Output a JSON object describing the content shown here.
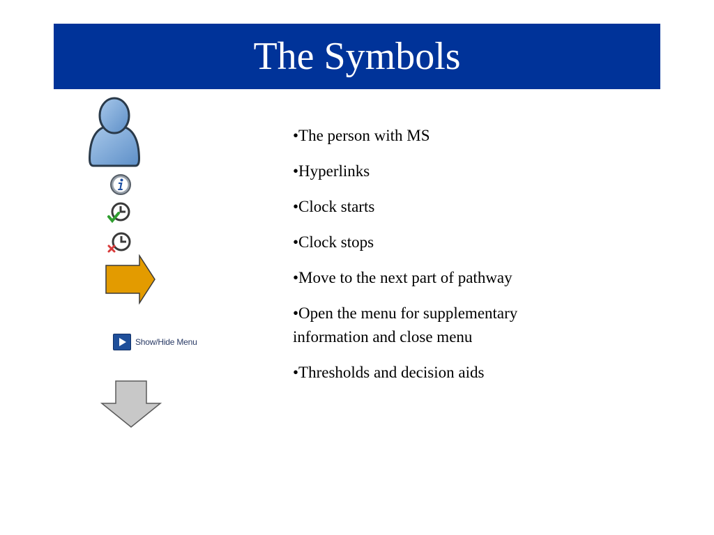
{
  "slide": {
    "title": "The Symbols",
    "title_bar_color": "#003399",
    "title_text_color": "#ffffff"
  },
  "symbols": {
    "person_icon": "person-icon",
    "info_icon": "info-icon",
    "clock_start_icon": "clock-start-icon",
    "clock_stop_icon": "clock-stop-icon",
    "next_arrow_icon": "arrow-right-icon",
    "next_arrow_color": "#e39b00",
    "menu_button": {
      "icon": "play-icon",
      "label": "Show/Hide Menu"
    },
    "down_arrow_icon": "arrow-down-icon",
    "down_arrow_color": "#c8c8c8"
  },
  "bullets": [
    {
      "text": "•The person with MS"
    },
    {
      "text": "•Hyperlinks"
    },
    {
      "text": "•Clock starts"
    },
    {
      "text": "•Clock stops"
    },
    {
      "text": "•Move to the next part of pathway"
    },
    {
      "text": "•Open the menu for supplementary information and close menu"
    },
    {
      "text": "•Thresholds and decision aids"
    }
  ]
}
